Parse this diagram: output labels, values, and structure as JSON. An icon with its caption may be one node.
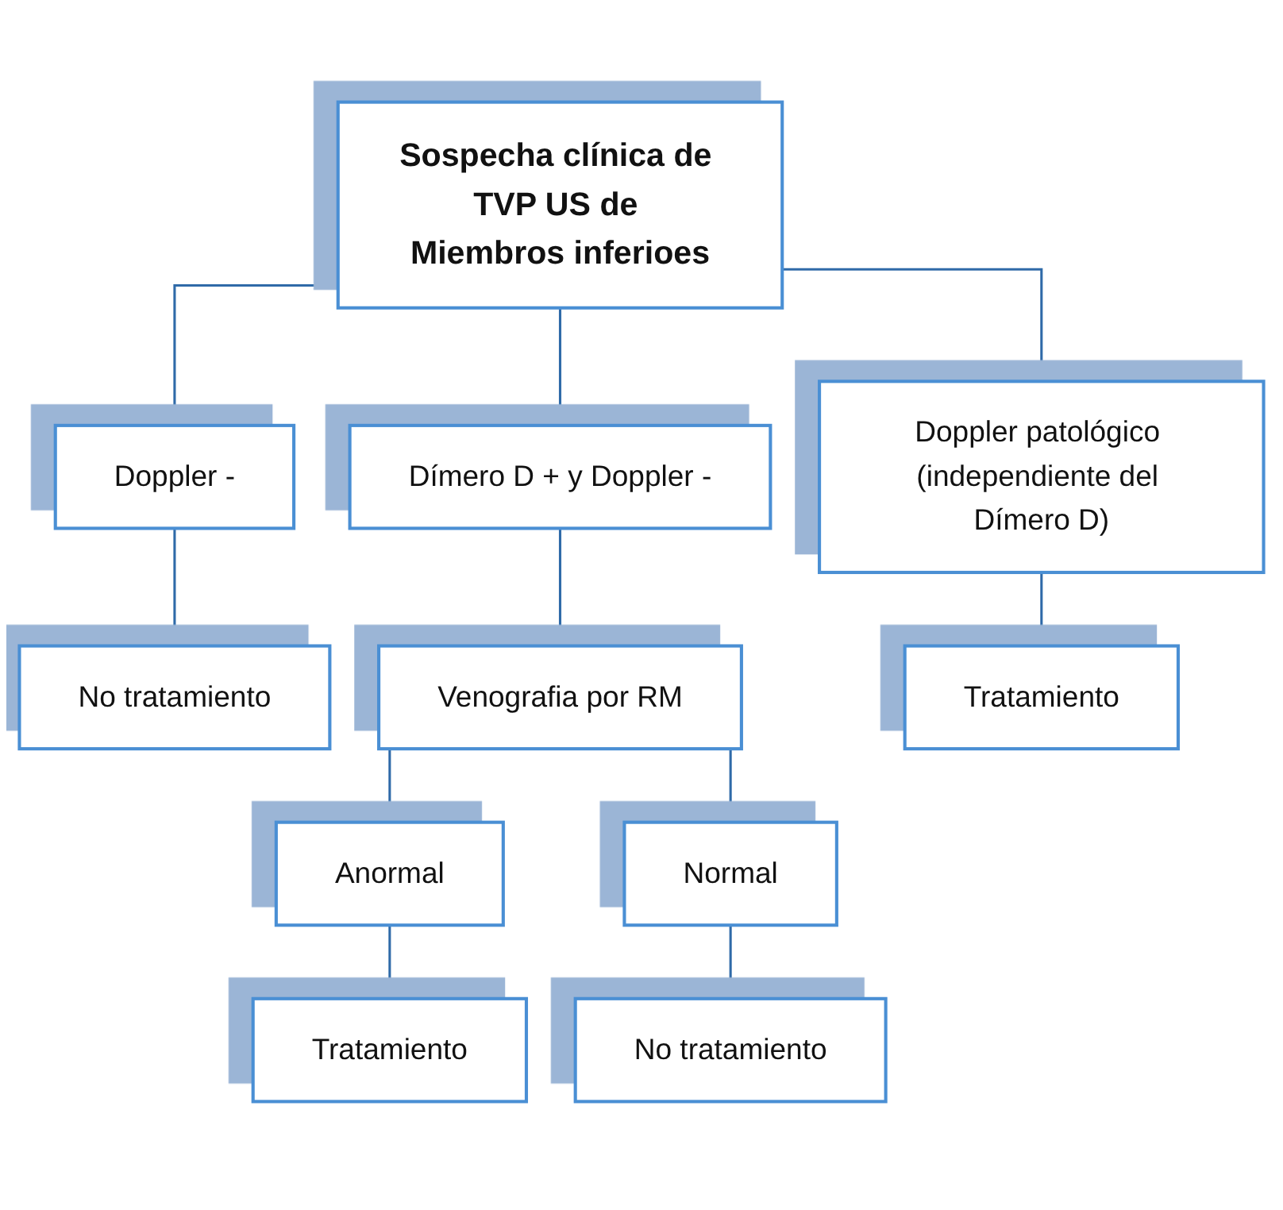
{
  "diagram": {
    "nodes": [
      {
        "text": [
          "Sospecha clínica de TVP US de Miembros inferioes"
        ]
      },
      {
        "text": [
          "Doppler -"
        ]
      },
      {
        "text": [
          "Dímero D + y Doppler -"
        ]
      },
      {
        "text": [
          "Doppler patológico (independiente del Dímero D)"
        ]
      },
      {
        "text": [
          "No tratamiento"
        ]
      },
      {
        "text": [
          "Venografia por RM"
        ]
      },
      {
        "text": [
          "Tratamiento"
        ]
      },
      {
        "text": [
          "Anormal"
        ]
      },
      {
        "text": [
          "Normal"
        ]
      },
      {
        "text": [
          "Tratamiento"
        ]
      },
      {
        "text": [
          "No tratamiento"
        ]
      }
    ],
    "edges": [
      {
        "from": 0,
        "to": 1,
        "arrow": "none"
      },
      {
        "from": 0,
        "to": 2,
        "arrow": "none"
      },
      {
        "from": 0,
        "to": 3,
        "arrow": "none"
      },
      {
        "from": 1,
        "to": 4,
        "arrow": "none"
      },
      {
        "from": 2,
        "to": 5,
        "arrow": "none"
      },
      {
        "from": 3,
        "to": 6,
        "arrow": "none"
      },
      {
        "from": 5,
        "to": 7,
        "arrow": "none"
      },
      {
        "from": 5,
        "to": 8,
        "arrow": "none"
      },
      {
        "from": 7,
        "to": 9,
        "arrow": "none"
      },
      {
        "from": 8,
        "to": 10,
        "arrow": "none"
      }
    ]
  }
}
